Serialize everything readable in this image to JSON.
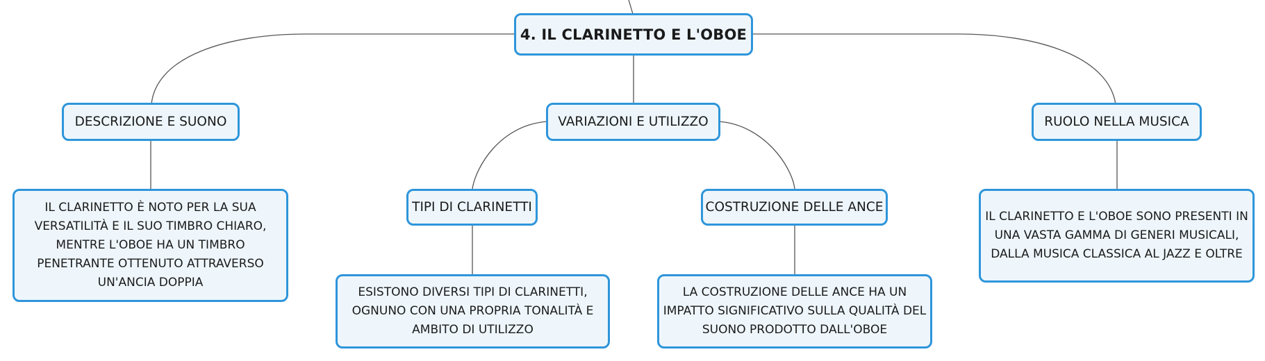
{
  "colors": {
    "node_border": "#2e95da",
    "node_fill": "#eef6fc",
    "connector": "#555555",
    "text": "#1a1a1a"
  },
  "root": {
    "label": "4. IL CLARINETTO E L'OBOE"
  },
  "branches": [
    {
      "label": "DESCRIZIONE E SUONO",
      "children": [
        {
          "label": "IL CLARINETTO È NOTO PER LA SUA VERSATILITÀ E IL SUO TIMBRO CHIARO, MENTRE L'OBOE HA UN TIMBRO PENETRANTE OTTENUTO ATTRAVERSO UN'ANCIA DOPPIA"
        }
      ]
    },
    {
      "label": "VARIAZIONI E UTILIZZO",
      "children": [
        {
          "label": "TIPI DI CLARINETTI",
          "children": [
            {
              "label": "ESISTONO DIVERSI TIPI DI CLARINETTI, OGNUNO CON UNA PROPRIA TONALITÀ E AMBITO DI UTILIZZO"
            }
          ]
        },
        {
          "label": "COSTRUZIONE DELLE ANCE",
          "children": [
            {
              "label": "LA COSTRUZIONE DELLE ANCE HA UN IMPATTO SIGNIFICATIVO SULLA QUALITÀ DEL SUONO PRODOTTO DALL'OBOE"
            }
          ]
        }
      ]
    },
    {
      "label": "RUOLO NELLA MUSICA",
      "children": [
        {
          "label": "IL CLARINETTO E L'OBOE SONO PRESENTI IN UNA VASTA GAMMA DI GENERI MUSICALI, DALLA MUSICA CLASSICA AL JAZZ E OLTRE"
        }
      ]
    }
  ]
}
